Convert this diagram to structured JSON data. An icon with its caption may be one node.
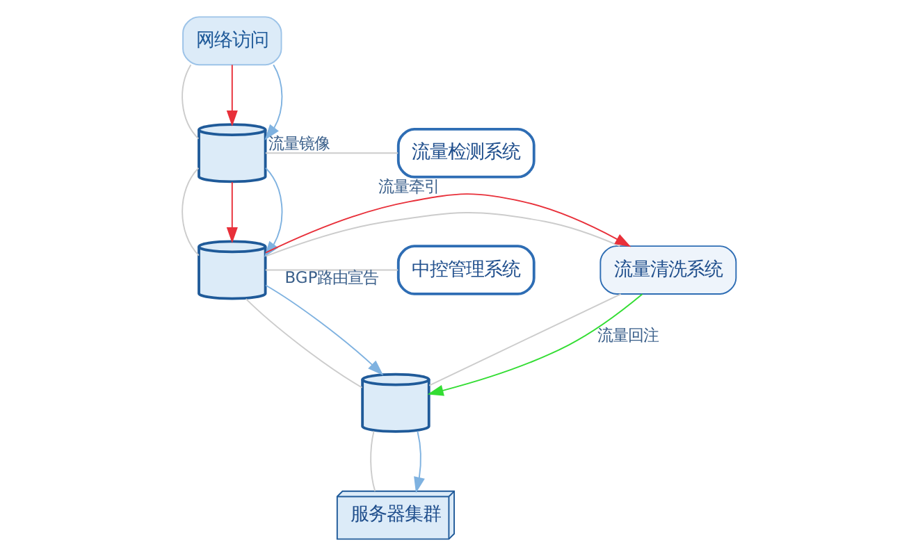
{
  "diagram": {
    "nodes": [
      {
        "text": [
          "网络访问"
        ]
      },
      {
        "text": [],
        "shape": "cylinder"
      },
      {
        "text": [
          "流量检测系统"
        ]
      },
      {
        "text": [
          "流量清洗系统"
        ]
      },
      {
        "text": [],
        "shape": "cylinder"
      },
      {
        "text": [
          "中控管理系统"
        ]
      },
      {
        "text": [],
        "shape": "cylinder"
      },
      {
        "text": [
          "服务器集群"
        ]
      }
    ],
    "edges": [
      {
        "from": 0,
        "to": 1,
        "arrow": "none",
        "color": "#cccccc"
      },
      {
        "from": 0,
        "to": 1,
        "arrow": "to",
        "color": "#e8303a"
      },
      {
        "from": 0,
        "to": 1,
        "arrow": "to",
        "color": "#7fb2e0"
      },
      {
        "from": 1,
        "to": 4,
        "arrow": "none",
        "color": "#cccccc"
      },
      {
        "from": 1,
        "to": 4,
        "arrow": "to",
        "color": "#e8303a"
      },
      {
        "from": 1,
        "to": 4,
        "arrow": "to",
        "color": "#7fb2e0"
      },
      {
        "from": 4,
        "to": 6,
        "arrow": "none",
        "color": "#cccccc"
      },
      {
        "from": 4,
        "to": 6,
        "arrow": "to",
        "color": "#7fb2e0"
      },
      {
        "from": 6,
        "to": 7,
        "arrow": "none",
        "color": "#cccccc"
      },
      {
        "from": 6,
        "to": 7,
        "arrow": "to",
        "color": "#7fb2e0"
      },
      {
        "from": 1,
        "to": 2,
        "arrow": "none",
        "label": "流量镜像",
        "color": "#cccccc"
      },
      {
        "from": 4,
        "to": 3,
        "arrow": "none",
        "color": "#cccccc"
      },
      {
        "from": 4,
        "to": 3,
        "arrow": "to",
        "label": "流量牵引",
        "color": "#e8303a"
      },
      {
        "from": 4,
        "to": 5,
        "arrow": "none",
        "label": "BGP路由宣告",
        "color": "#cccccc"
      },
      {
        "from": 3,
        "to": 6,
        "arrow": "none",
        "color": "#cccccc"
      },
      {
        "from": 3,
        "to": 6,
        "arrow": "to",
        "label": "流量回注",
        "color": "#33dd33"
      }
    ]
  }
}
